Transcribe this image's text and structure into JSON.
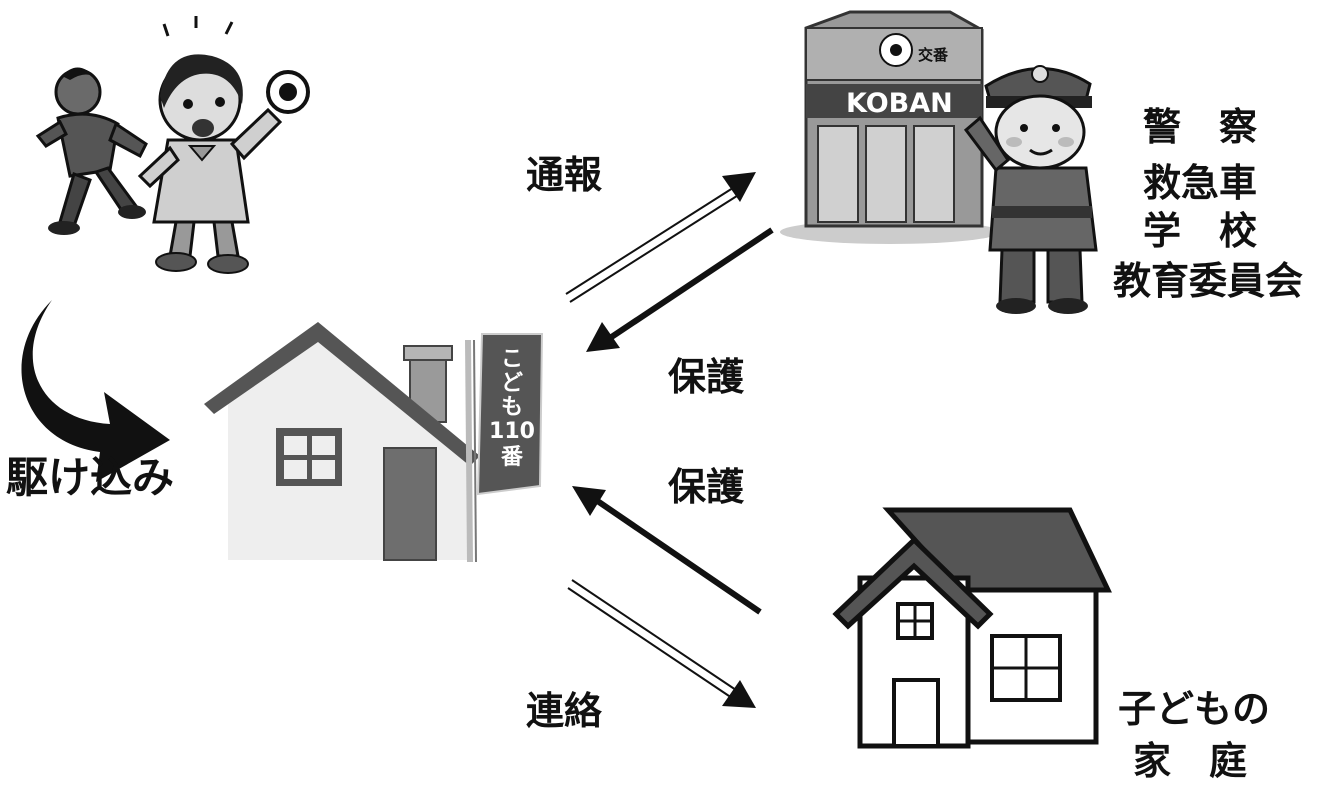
{
  "labels": {
    "run_in": "駆け込み",
    "report": "通報",
    "protect_top": "保護",
    "protect_bottom": "保護",
    "contact": "連絡",
    "agencies": [
      "警　察",
      "救急車",
      "学　校",
      "教育委員会"
    ],
    "family": [
      "子どもの",
      "家　庭"
    ]
  },
  "banner": {
    "lines": [
      "こ",
      "ど",
      "も",
      "110",
      "番"
    ]
  },
  "koban": {
    "sign": "KOBAN",
    "sub_sign": "交番"
  },
  "colors": {
    "ink": "#111111",
    "house_roof": "#555555",
    "house_wall": "#eeeeee",
    "house_door": "#6e6e6e",
    "banner": "#555555",
    "koban_body": "#999999",
    "koban_band": "#444444"
  }
}
